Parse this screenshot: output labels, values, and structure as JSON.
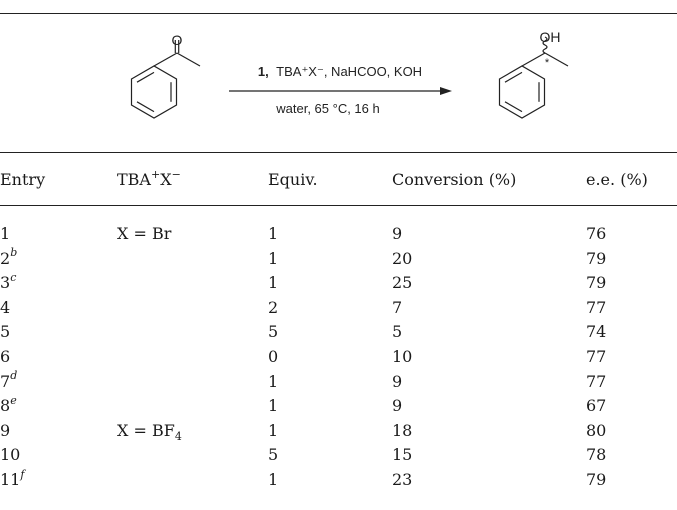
{
  "scheme": {
    "reagent_bold": "1,",
    "reagents": "TBA⁺X⁻, NaHCOO, KOH",
    "conditions": "water, 65 °C, 16 h",
    "reactant_atom_o": "O",
    "product_atom_oh": "OH",
    "stereo_mark": "*"
  },
  "table": {
    "headers": {
      "entry": "Entry",
      "tba_base": "TBA",
      "tba_sup": "+",
      "tba_x": "X",
      "tba_x_sup": "−",
      "equiv": "Equiv.",
      "conversion": "Conversion (%)",
      "ee": "e.e. (%)"
    },
    "rows": [
      {
        "entry": "1",
        "note": "",
        "x": "X = Br",
        "x_sub": "",
        "equiv": "1",
        "conversion": "9",
        "ee": "76"
      },
      {
        "entry": "2",
        "note": "b",
        "x": "",
        "x_sub": "",
        "equiv": "1",
        "conversion": "20",
        "ee": "79"
      },
      {
        "entry": "3",
        "note": "c",
        "x": "",
        "x_sub": "",
        "equiv": "1",
        "conversion": "25",
        "ee": "79"
      },
      {
        "entry": "4",
        "note": "",
        "x": "",
        "x_sub": "",
        "equiv": "2",
        "conversion": "7",
        "ee": "77"
      },
      {
        "entry": "5",
        "note": "",
        "x": "",
        "x_sub": "",
        "equiv": "5",
        "conversion": "5",
        "ee": "74"
      },
      {
        "entry": "6",
        "note": "",
        "x": "",
        "x_sub": "",
        "equiv": "0",
        "conversion": "10",
        "ee": "77"
      },
      {
        "entry": "7",
        "note": "d",
        "x": "",
        "x_sub": "",
        "equiv": "1",
        "conversion": "9",
        "ee": "77"
      },
      {
        "entry": "8",
        "note": "e",
        "x": "",
        "x_sub": "",
        "equiv": "1",
        "conversion": "9",
        "ee": "67"
      },
      {
        "entry": "9",
        "note": "",
        "x": "X = BF",
        "x_sub": "4",
        "equiv": "1",
        "conversion": "18",
        "ee": "80"
      },
      {
        "entry": "10",
        "note": "",
        "x": "",
        "x_sub": "",
        "equiv": "5",
        "conversion": "15",
        "ee": "78"
      },
      {
        "entry": "11",
        "note": "f",
        "x": "",
        "x_sub": "",
        "equiv": "1",
        "conversion": "23",
        "ee": "79"
      }
    ]
  }
}
